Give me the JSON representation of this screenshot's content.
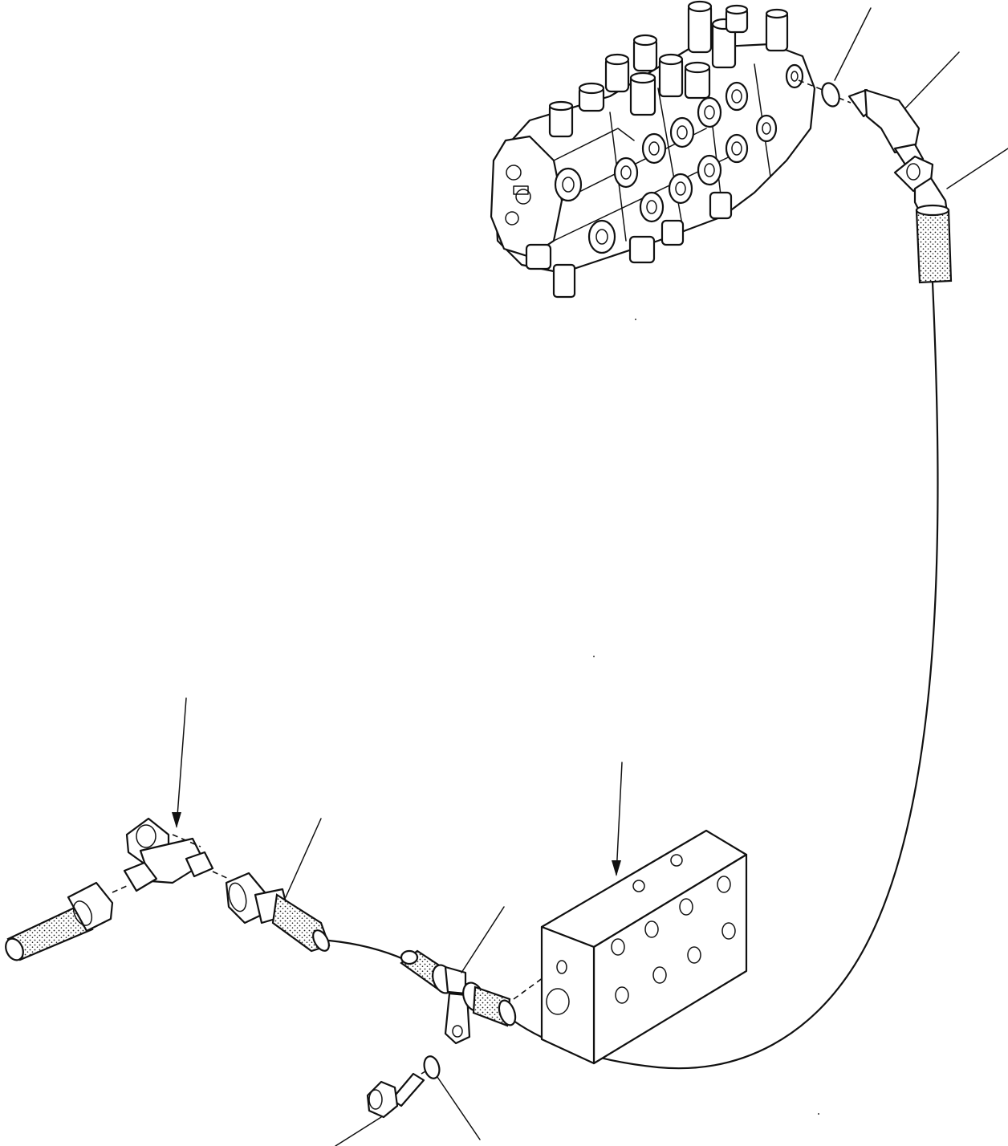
{
  "diagram": {
    "components": [
      {
        "id": "control-valve",
        "icon": "control-valve-block-icon"
      },
      {
        "id": "o-ring-upper",
        "icon": "o-ring-icon"
      },
      {
        "id": "elbow-adapter",
        "icon": "elbow-adapter-icon"
      },
      {
        "id": "elbow-hose-fitting",
        "icon": "hose-fitting-icon"
      },
      {
        "id": "hose-line",
        "icon": "hose-line-icon"
      },
      {
        "id": "tee-fitting",
        "icon": "tee-fitting-icon"
      },
      {
        "id": "left-hose-end",
        "icon": "hose-end-icon"
      },
      {
        "id": "straight-hose-fitting",
        "icon": "hose-fitting-icon"
      },
      {
        "id": "clamp-fitting",
        "icon": "clamp-icon"
      },
      {
        "id": "manifold-block",
        "icon": "manifold-block-icon"
      },
      {
        "id": "bolt",
        "icon": "bolt-icon"
      },
      {
        "id": "washer",
        "icon": "washer-icon"
      }
    ],
    "colors": {
      "line": "#111111",
      "background": "#ffffff"
    }
  }
}
